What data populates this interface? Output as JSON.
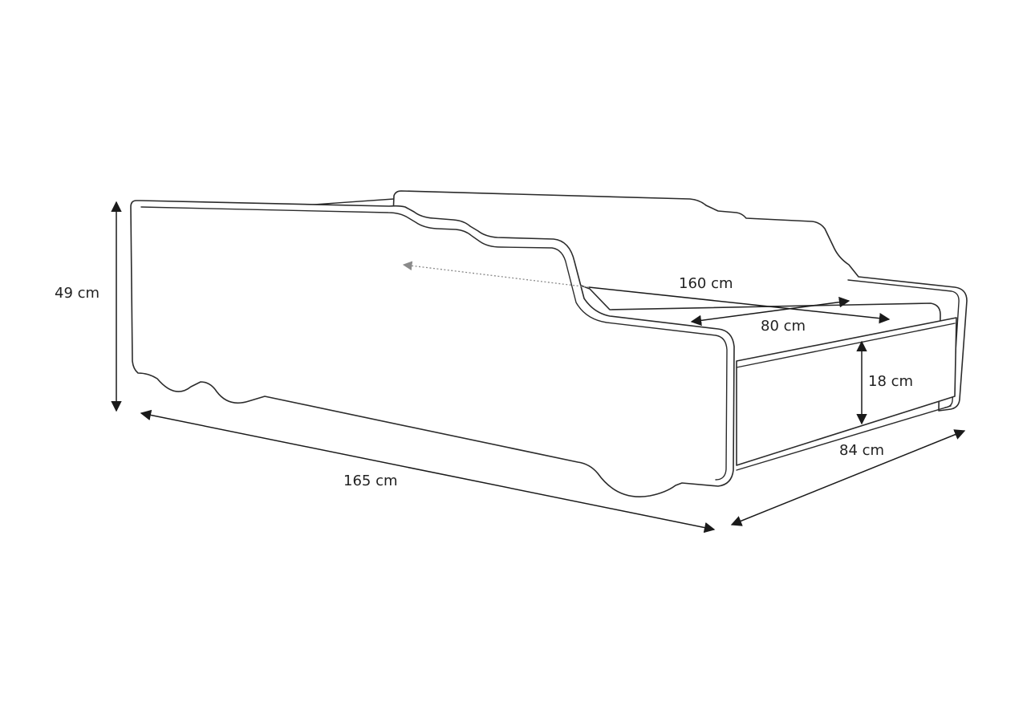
{
  "dimensions": {
    "height": "49 cm",
    "length": "165 cm",
    "width": "84 cm",
    "drawer_height": "18 cm",
    "mattress_length": "160 cm",
    "mattress_width": "80 cm"
  },
  "colors": {
    "line": "#2b2b2b",
    "dimension": "#1a1a1a",
    "dotted_arrow": "#8a8a8a",
    "background": "#ffffff"
  }
}
